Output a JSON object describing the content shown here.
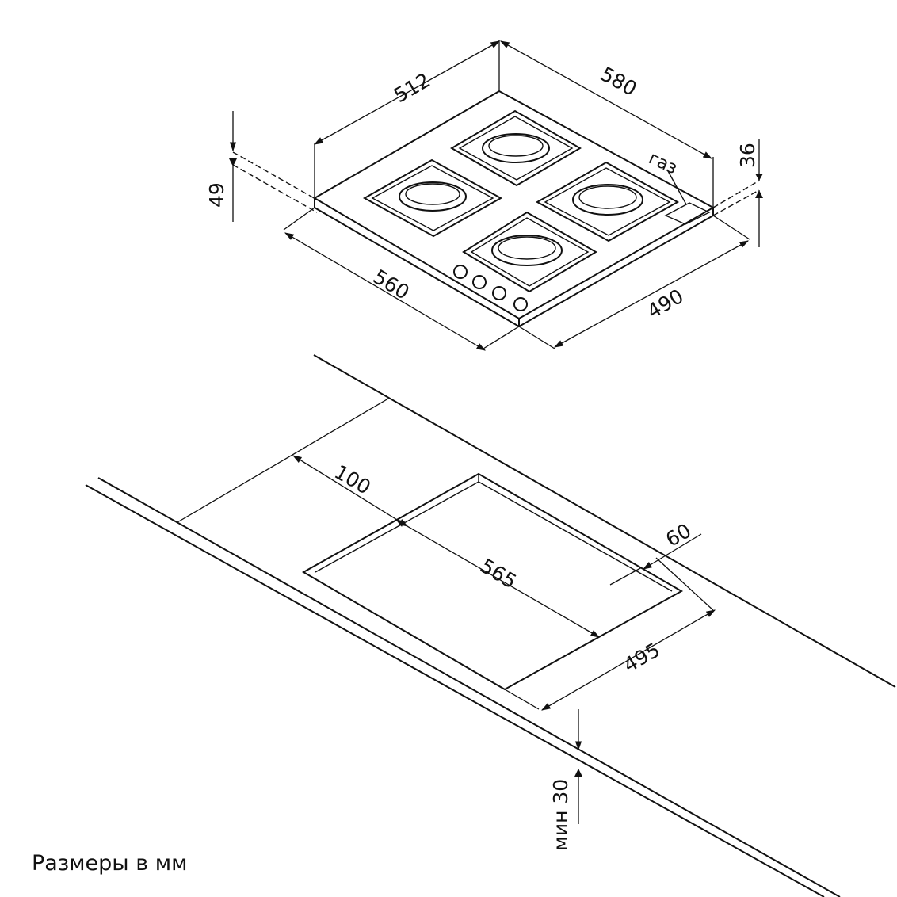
{
  "hob": {
    "dim_width_top": "512",
    "dim_depth_top": "580",
    "dim_height": "49",
    "dim_height_right": "36",
    "dim_width_bottom": "560",
    "dim_depth_bottom": "490",
    "gas_label": "газ"
  },
  "countertop": {
    "dim_offset": "100",
    "dim_cutout_width": "565",
    "dim_offset_back": "60",
    "dim_cutout_depth": "495",
    "dim_min_clearance": "мин 30"
  },
  "caption": "Размеры в мм"
}
